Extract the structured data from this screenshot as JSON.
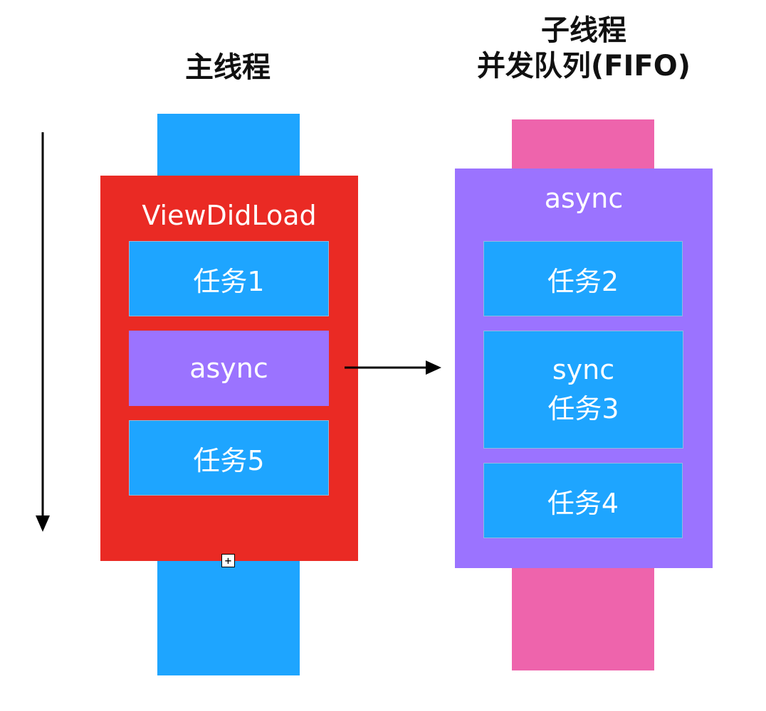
{
  "colors": {
    "main_bar": "#1ea5ff",
    "main_block": "#ea2a24",
    "task_block": "#1ea5ff",
    "async_block": "#9b73ff",
    "queue_bar": "#ee64ac",
    "queue_block": "#9b73ff",
    "arrow": "#000000"
  },
  "main_thread": {
    "title": "主线程",
    "block_label": "ViewDidLoad",
    "items": [
      {
        "label": "任务1",
        "kind": "task"
      },
      {
        "label": "async",
        "kind": "async"
      },
      {
        "label": "任务5",
        "kind": "task"
      }
    ],
    "expand_marker": "+"
  },
  "sub_thread": {
    "title_line1": "子线程",
    "title_line2": "并发队列(FIFO)",
    "block_label": "async",
    "items": [
      {
        "label": "任务2",
        "kind": "task"
      },
      {
        "label": "sync\n任务3",
        "kind": "task"
      },
      {
        "label": "任务4",
        "kind": "task"
      }
    ]
  },
  "icons": {
    "timeline_arrow": "arrow-down-icon",
    "dispatch_arrow": "arrow-right-icon"
  }
}
